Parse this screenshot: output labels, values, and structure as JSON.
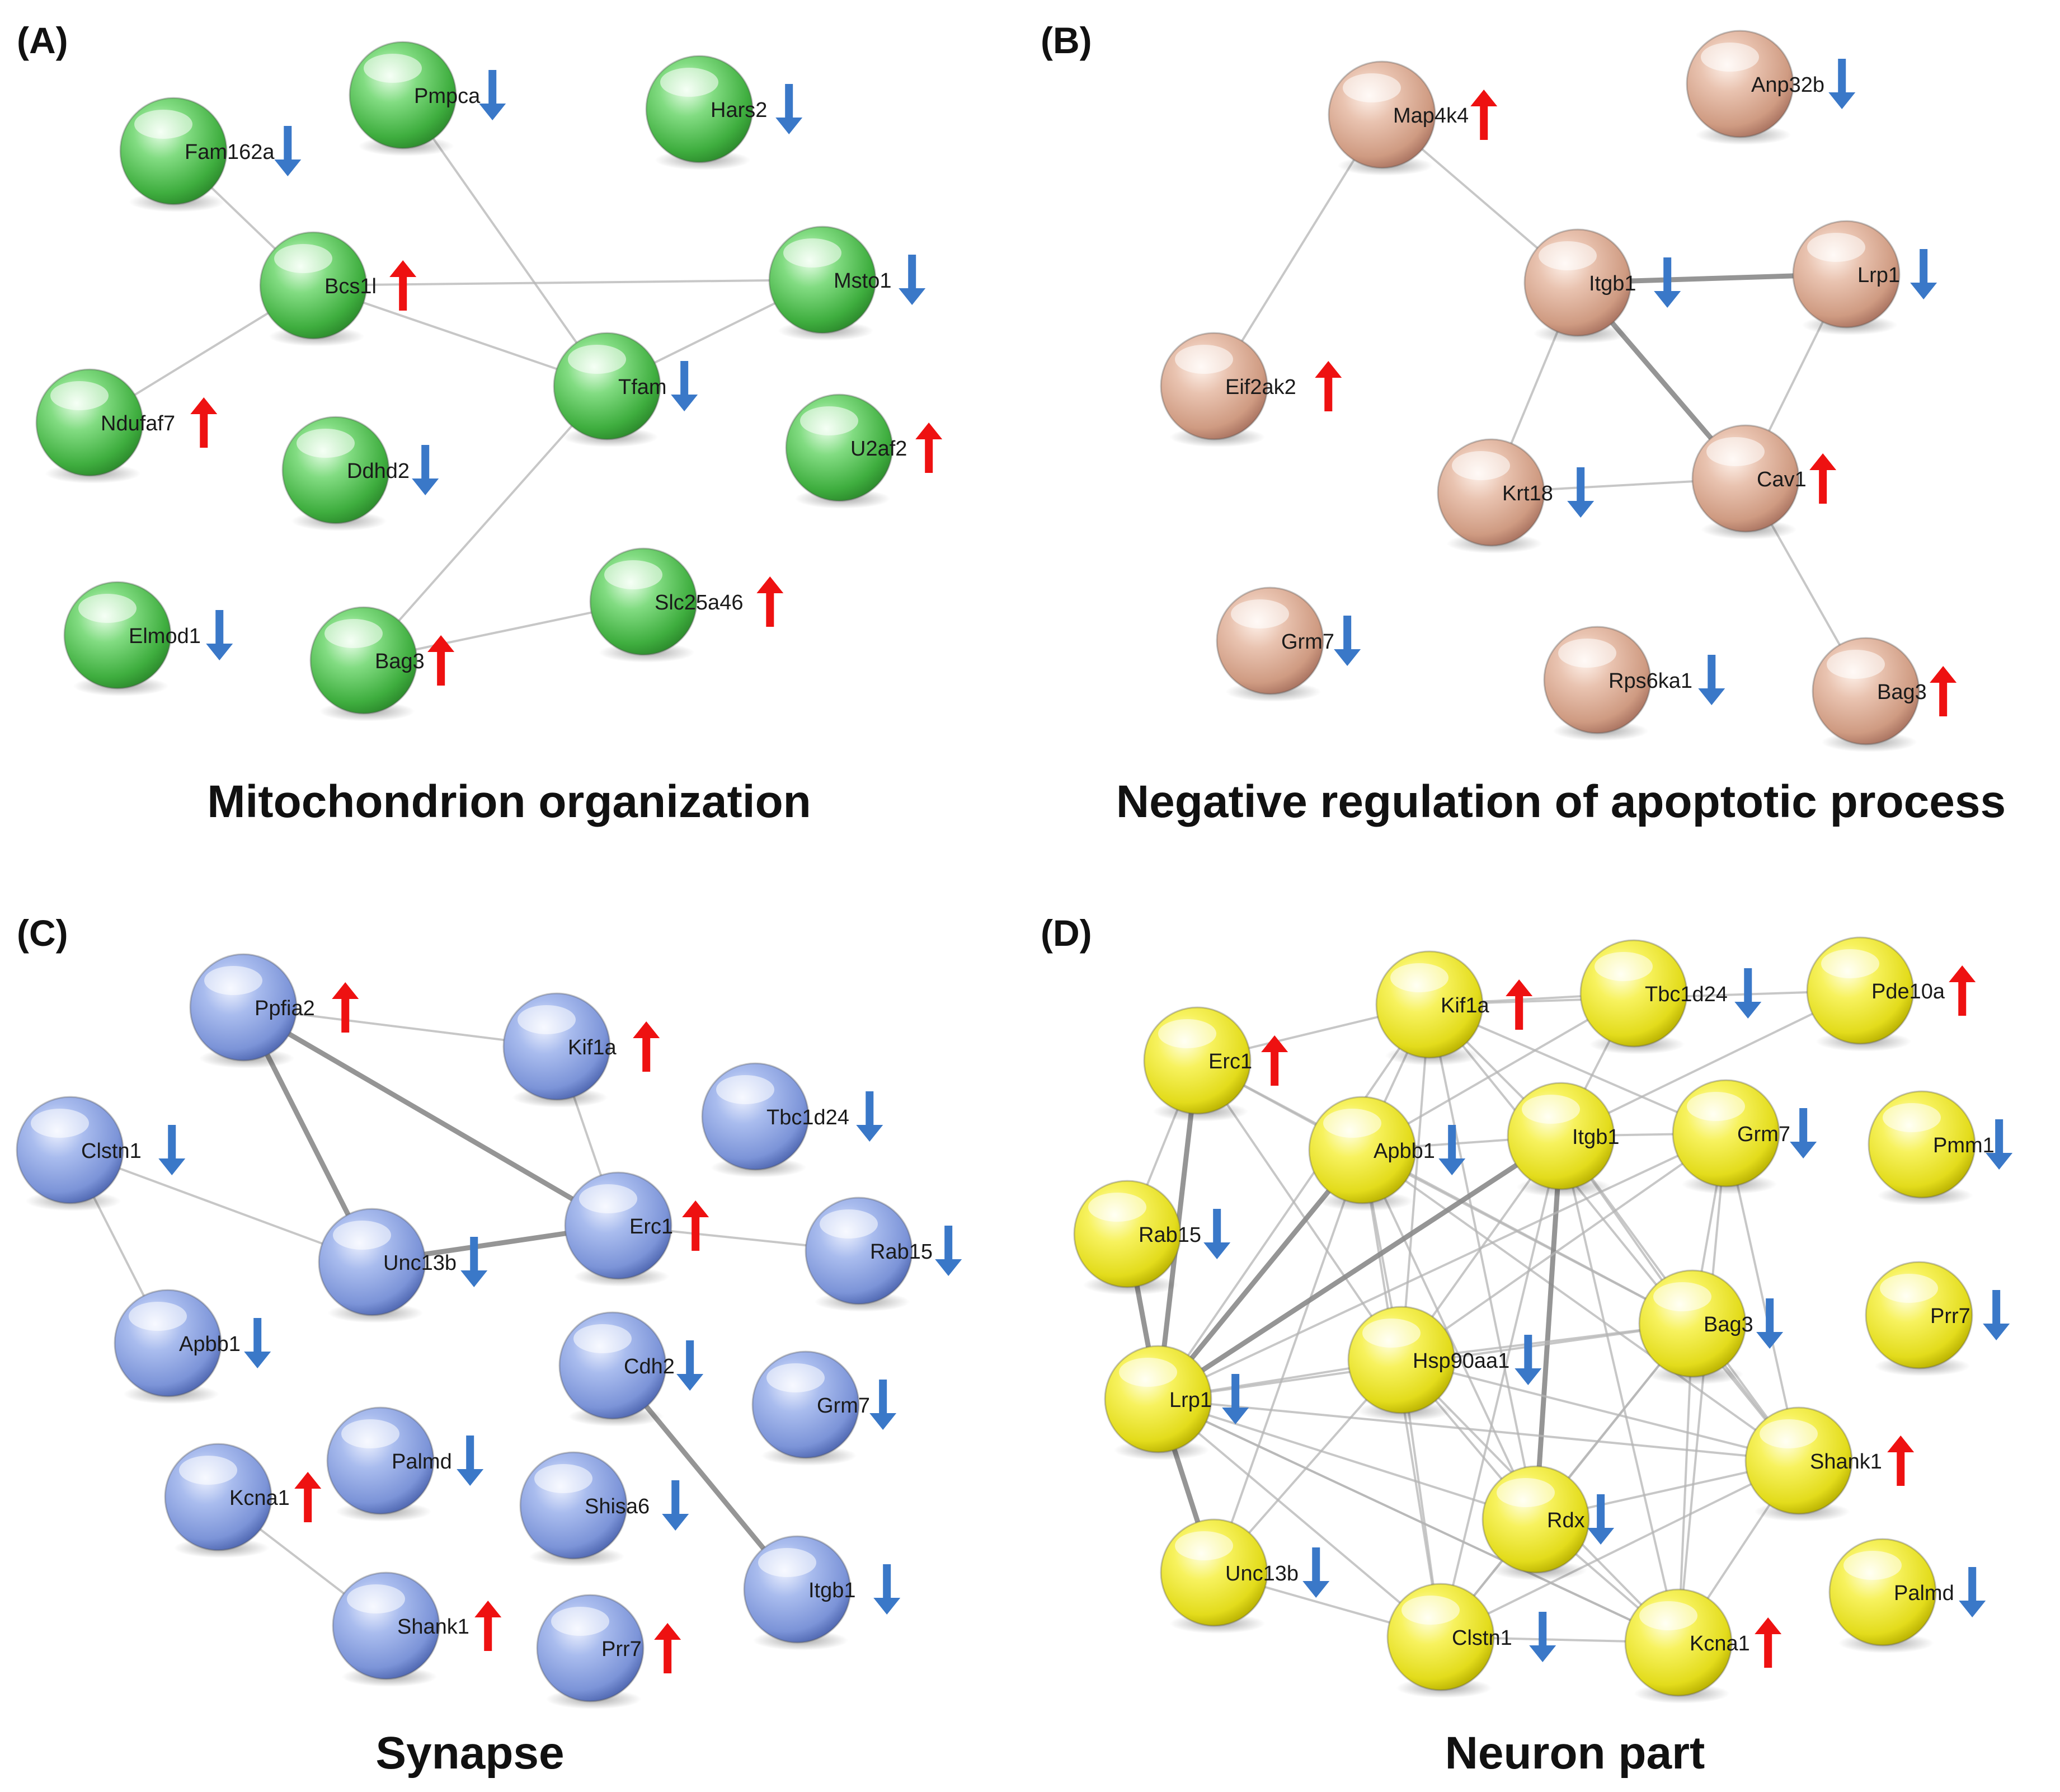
{
  "colors": {
    "up_arrow": "#ee1111",
    "down_arrow": "#3a78c8",
    "edge": "#b4b4b4",
    "node_green": "#5cc85c",
    "node_tan": "#dcae98",
    "node_blue": "#8fa6e0",
    "node_yellow": "#efea2c"
  },
  "panels": [
    {
      "letter": "(A)",
      "title": "Mitochondrion organization",
      "node_color": "node_green",
      "nodes": [
        {
          "id": "pmpca",
          "label": "Pmpca",
          "arrow": "down"
        },
        {
          "id": "hars2",
          "label": "Hars2",
          "arrow": "down"
        },
        {
          "id": "fam162a",
          "label": "Fam162a",
          "arrow": "down"
        },
        {
          "id": "bcs1l",
          "label": "Bcs1l",
          "arrow": "up"
        },
        {
          "id": "msto1",
          "label": "Msto1",
          "arrow": "down"
        },
        {
          "id": "ndufaf7",
          "label": "Ndufaf7",
          "arrow": "up"
        },
        {
          "id": "tfam",
          "label": "Tfam",
          "arrow": "down"
        },
        {
          "id": "u2af2",
          "label": "U2af2",
          "arrow": "up"
        },
        {
          "id": "ddhd2",
          "label": "Ddhd2",
          "arrow": "down"
        },
        {
          "id": "elmod1",
          "label": "Elmod1",
          "arrow": "down"
        },
        {
          "id": "bag3",
          "label": "Bag3",
          "arrow": "up"
        },
        {
          "id": "slc25a46",
          "label": "Slc25a46",
          "arrow": "up"
        }
      ],
      "edges": [
        [
          "pmpca",
          "tfam"
        ],
        [
          "fam162a",
          "bcs1l"
        ],
        [
          "bcs1l",
          "msto1"
        ],
        [
          "bcs1l",
          "tfam"
        ],
        [
          "bcs1l",
          "ndufaf7"
        ],
        [
          "tfam",
          "msto1"
        ],
        [
          "tfam",
          "bag3"
        ],
        [
          "bag3",
          "slc25a46"
        ]
      ]
    },
    {
      "letter": "(B)",
      "title": "Negative regulation of apoptotic process",
      "node_color": "node_tan",
      "nodes": [
        {
          "id": "map4k4",
          "label": "Map4k4",
          "arrow": "up"
        },
        {
          "id": "anp32b",
          "label": "Anp32b",
          "arrow": "down"
        },
        {
          "id": "itgb1",
          "label": "Itgb1",
          "arrow": "down"
        },
        {
          "id": "lrp1",
          "label": "Lrp1",
          "arrow": "down"
        },
        {
          "id": "eif2ak2",
          "label": "Eif2ak2",
          "arrow": "up"
        },
        {
          "id": "krt18",
          "label": "Krt18",
          "arrow": "down"
        },
        {
          "id": "cav1",
          "label": "Cav1",
          "arrow": "up"
        },
        {
          "id": "grm7",
          "label": "Grm7",
          "arrow": "down"
        },
        {
          "id": "rps6ka1",
          "label": "Rps6ka1",
          "arrow": "down"
        },
        {
          "id": "bag3",
          "label": "Bag3",
          "arrow": "up"
        }
      ],
      "edges": [
        [
          "map4k4",
          "eif2ak2"
        ],
        [
          "map4k4",
          "itgb1"
        ],
        [
          "itgb1",
          "lrp1"
        ],
        [
          "itgb1",
          "cav1"
        ],
        [
          "itgb1",
          "krt18"
        ],
        [
          "lrp1",
          "cav1"
        ],
        [
          "krt18",
          "cav1"
        ],
        [
          "cav1",
          "bag3"
        ]
      ]
    },
    {
      "letter": "(C)",
      "title": "Synapse",
      "node_color": "node_blue",
      "nodes": [
        {
          "id": "ppfia2",
          "label": "Ppfia2",
          "arrow": "up"
        },
        {
          "id": "kif1a",
          "label": "Kif1a",
          "arrow": "up"
        },
        {
          "id": "tbc1d24",
          "label": "Tbc1d24",
          "arrow": "down"
        },
        {
          "id": "clstn1",
          "label": "Clstn1",
          "arrow": "down"
        },
        {
          "id": "erc1",
          "label": "Erc1",
          "arrow": "up"
        },
        {
          "id": "rab15",
          "label": "Rab15",
          "arrow": "down"
        },
        {
          "id": "unc13b",
          "label": "Unc13b",
          "arrow": "down"
        },
        {
          "id": "apbb1",
          "label": "Apbb1",
          "arrow": "down"
        },
        {
          "id": "cdh2",
          "label": "Cdh2",
          "arrow": "down"
        },
        {
          "id": "grm7",
          "label": "Grm7",
          "arrow": "down"
        },
        {
          "id": "palmd",
          "label": "Palmd",
          "arrow": "down"
        },
        {
          "id": "kcna1",
          "label": "Kcna1",
          "arrow": "up"
        },
        {
          "id": "shisa6",
          "label": "Shisa6",
          "arrow": "down"
        },
        {
          "id": "shank1",
          "label": "Shank1",
          "arrow": "up"
        },
        {
          "id": "prr7",
          "label": "Prr7",
          "arrow": "up"
        },
        {
          "id": "itgb1",
          "label": "Itgb1",
          "arrow": "down"
        }
      ],
      "edges": [
        [
          "ppfia2",
          "kif1a"
        ],
        [
          "ppfia2",
          "unc13b"
        ],
        [
          "ppfia2",
          "erc1"
        ],
        [
          "kif1a",
          "erc1"
        ],
        [
          "clstn1",
          "unc13b"
        ],
        [
          "clstn1",
          "apbb1"
        ],
        [
          "unc13b",
          "erc1"
        ],
        [
          "erc1",
          "rab15"
        ],
        [
          "cdh2",
          "itgb1"
        ],
        [
          "kcna1",
          "shank1"
        ]
      ]
    },
    {
      "letter": "(D)",
      "title": "Neuron part",
      "node_color": "node_yellow",
      "nodes": [
        {
          "id": "kif1a",
          "label": "Kif1a",
          "arrow": "up"
        },
        {
          "id": "tbc1d24",
          "label": "Tbc1d24",
          "arrow": "down"
        },
        {
          "id": "pde10a",
          "label": "Pde10a",
          "arrow": "up"
        },
        {
          "id": "erc1",
          "label": "Erc1",
          "arrow": "up"
        },
        {
          "id": "apbb1",
          "label": "Apbb1",
          "arrow": "down"
        },
        {
          "id": "itgb1",
          "label": "Itgb1",
          "arrow": ""
        },
        {
          "id": "grm7",
          "label": "Grm7",
          "arrow": "down"
        },
        {
          "id": "pmm1",
          "label": "Pmm1",
          "arrow": "down"
        },
        {
          "id": "rab15",
          "label": "Rab15",
          "arrow": "down"
        },
        {
          "id": "prr7",
          "label": "Prr7",
          "arrow": "down"
        },
        {
          "id": "lrp1",
          "label": "Lrp1",
          "arrow": "down"
        },
        {
          "id": "hsp90aa1",
          "label": "Hsp90aa1",
          "arrow": "down"
        },
        {
          "id": "bag3",
          "label": "Bag3",
          "arrow": "down"
        },
        {
          "id": "shank1",
          "label": "Shank1",
          "arrow": "up"
        },
        {
          "id": "rdx",
          "label": "Rdx",
          "arrow": "down"
        },
        {
          "id": "unc13b",
          "label": "Unc13b",
          "arrow": "down"
        },
        {
          "id": "palmd",
          "label": "Palmd",
          "arrow": "down"
        },
        {
          "id": "clstn1",
          "label": "Clstn1",
          "arrow": "down"
        },
        {
          "id": "kcna1",
          "label": "Kcna1",
          "arrow": "up"
        }
      ],
      "edges": [
        [
          "erc1",
          "kif1a"
        ],
        [
          "erc1",
          "lrp1"
        ],
        [
          "erc1",
          "rab15"
        ],
        [
          "erc1",
          "apbb1"
        ],
        [
          "erc1",
          "hsp90aa1"
        ],
        [
          "erc1",
          "bag3"
        ],
        [
          "kif1a",
          "itgb1"
        ],
        [
          "kif1a",
          "grm7"
        ],
        [
          "kif1a",
          "lrp1"
        ],
        [
          "kif1a",
          "apbb1"
        ],
        [
          "kif1a",
          "hsp90aa1"
        ],
        [
          "kif1a",
          "rdx"
        ],
        [
          "kif1a",
          "tbc1d24"
        ],
        [
          "kif1a",
          "pde10a"
        ],
        [
          "kif1a",
          "shank1"
        ],
        [
          "tbc1d24",
          "itgb1"
        ],
        [
          "tbc1d24",
          "apbb1"
        ],
        [
          "pde10a",
          "itgb1"
        ],
        [
          "apbb1",
          "lrp1"
        ],
        [
          "apbb1",
          "itgb1"
        ],
        [
          "apbb1",
          "hsp90aa1"
        ],
        [
          "apbb1",
          "clstn1"
        ],
        [
          "apbb1",
          "unc13b"
        ],
        [
          "apbb1",
          "rdx"
        ],
        [
          "apbb1",
          "shank1"
        ],
        [
          "apbb1",
          "bag3"
        ],
        [
          "itgb1",
          "lrp1"
        ],
        [
          "itgb1",
          "rdx"
        ],
        [
          "itgb1",
          "hsp90aa1"
        ],
        [
          "itgb1",
          "grm7"
        ],
        [
          "itgb1",
          "bag3"
        ],
        [
          "itgb1",
          "shank1"
        ],
        [
          "itgb1",
          "kcna1"
        ],
        [
          "itgb1",
          "clstn1"
        ],
        [
          "grm7",
          "shank1"
        ],
        [
          "grm7",
          "lrp1"
        ],
        [
          "grm7",
          "hsp90aa1"
        ],
        [
          "grm7",
          "kcna1"
        ],
        [
          "grm7",
          "bag3"
        ],
        [
          "rab15",
          "lrp1"
        ],
        [
          "lrp1",
          "hsp90aa1"
        ],
        [
          "lrp1",
          "unc13b"
        ],
        [
          "lrp1",
          "clstn1"
        ],
        [
          "lrp1",
          "rdx"
        ],
        [
          "lrp1",
          "bag3"
        ],
        [
          "lrp1",
          "shank1"
        ],
        [
          "lrp1",
          "kcna1"
        ],
        [
          "hsp90aa1",
          "bag3"
        ],
        [
          "hsp90aa1",
          "shank1"
        ],
        [
          "hsp90aa1",
          "rdx"
        ],
        [
          "hsp90aa1",
          "clstn1"
        ],
        [
          "hsp90aa1",
          "kcna1"
        ],
        [
          "bag3",
          "shank1"
        ],
        [
          "bag3",
          "rdx"
        ],
        [
          "bag3",
          "kcna1"
        ],
        [
          "bag3",
          "clstn1"
        ],
        [
          "shank1",
          "rdx"
        ],
        [
          "shank1",
          "kcna1"
        ],
        [
          "shank1",
          "clstn1"
        ],
        [
          "rdx",
          "kcna1"
        ],
        [
          "rdx",
          "clstn1"
        ],
        [
          "unc13b",
          "clstn1"
        ],
        [
          "unc13b",
          "hsp90aa1"
        ],
        [
          "clstn1",
          "kcna1"
        ],
        [
          "kcna1",
          "lrp1"
        ]
      ]
    }
  ]
}
